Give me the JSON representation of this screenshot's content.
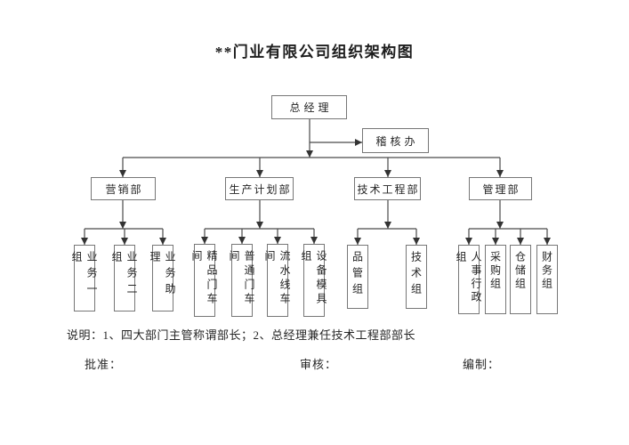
{
  "title": "**门业有限公司组织架构图",
  "org": {
    "root": {
      "label": "总经理"
    },
    "audit": {
      "label": "稽核办"
    },
    "departments": [
      {
        "label": "营销部",
        "children": [
          "业务一组",
          "业务二组",
          "业务助理"
        ]
      },
      {
        "label": "生产计划部",
        "children": [
          "精品门车间",
          "普通门车间",
          "流水线车间",
          "设备模具组"
        ]
      },
      {
        "label": "技术工程部",
        "children": [
          "品管组",
          "技术组"
        ]
      },
      {
        "label": "管理部",
        "children": [
          "人事行政组",
          "采购组",
          "仓储组",
          "财务组"
        ]
      }
    ]
  },
  "notes": "说明：1、四大部门主管称谓部长；2、总经理兼任技术工程部部长",
  "footer": {
    "approve_label": "批准：",
    "review_label": "审核：",
    "prepare_label": "编制："
  }
}
